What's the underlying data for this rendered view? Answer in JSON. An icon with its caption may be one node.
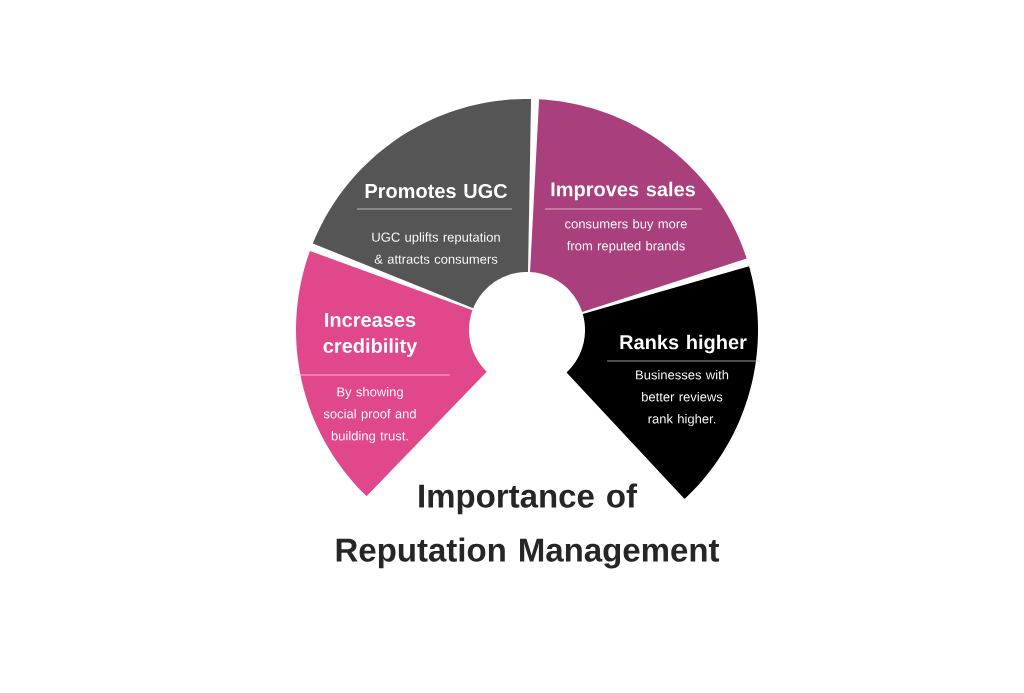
{
  "diagram": {
    "title": "Importance of Reputation Management",
    "nodes": [
      {
        "text": [
          "Increases credibility",
          "By showing social proof and building trust."
        ]
      },
      {
        "text": [
          "Promotes UGC",
          "UGC uplifts reputation & attracts consumers"
        ]
      },
      {
        "text": [
          "Improves sales",
          "consumers buy more from reputed brands"
        ]
      },
      {
        "text": [
          "Ranks higher",
          "Businesses with better reviews rank higher."
        ]
      }
    ]
  }
}
